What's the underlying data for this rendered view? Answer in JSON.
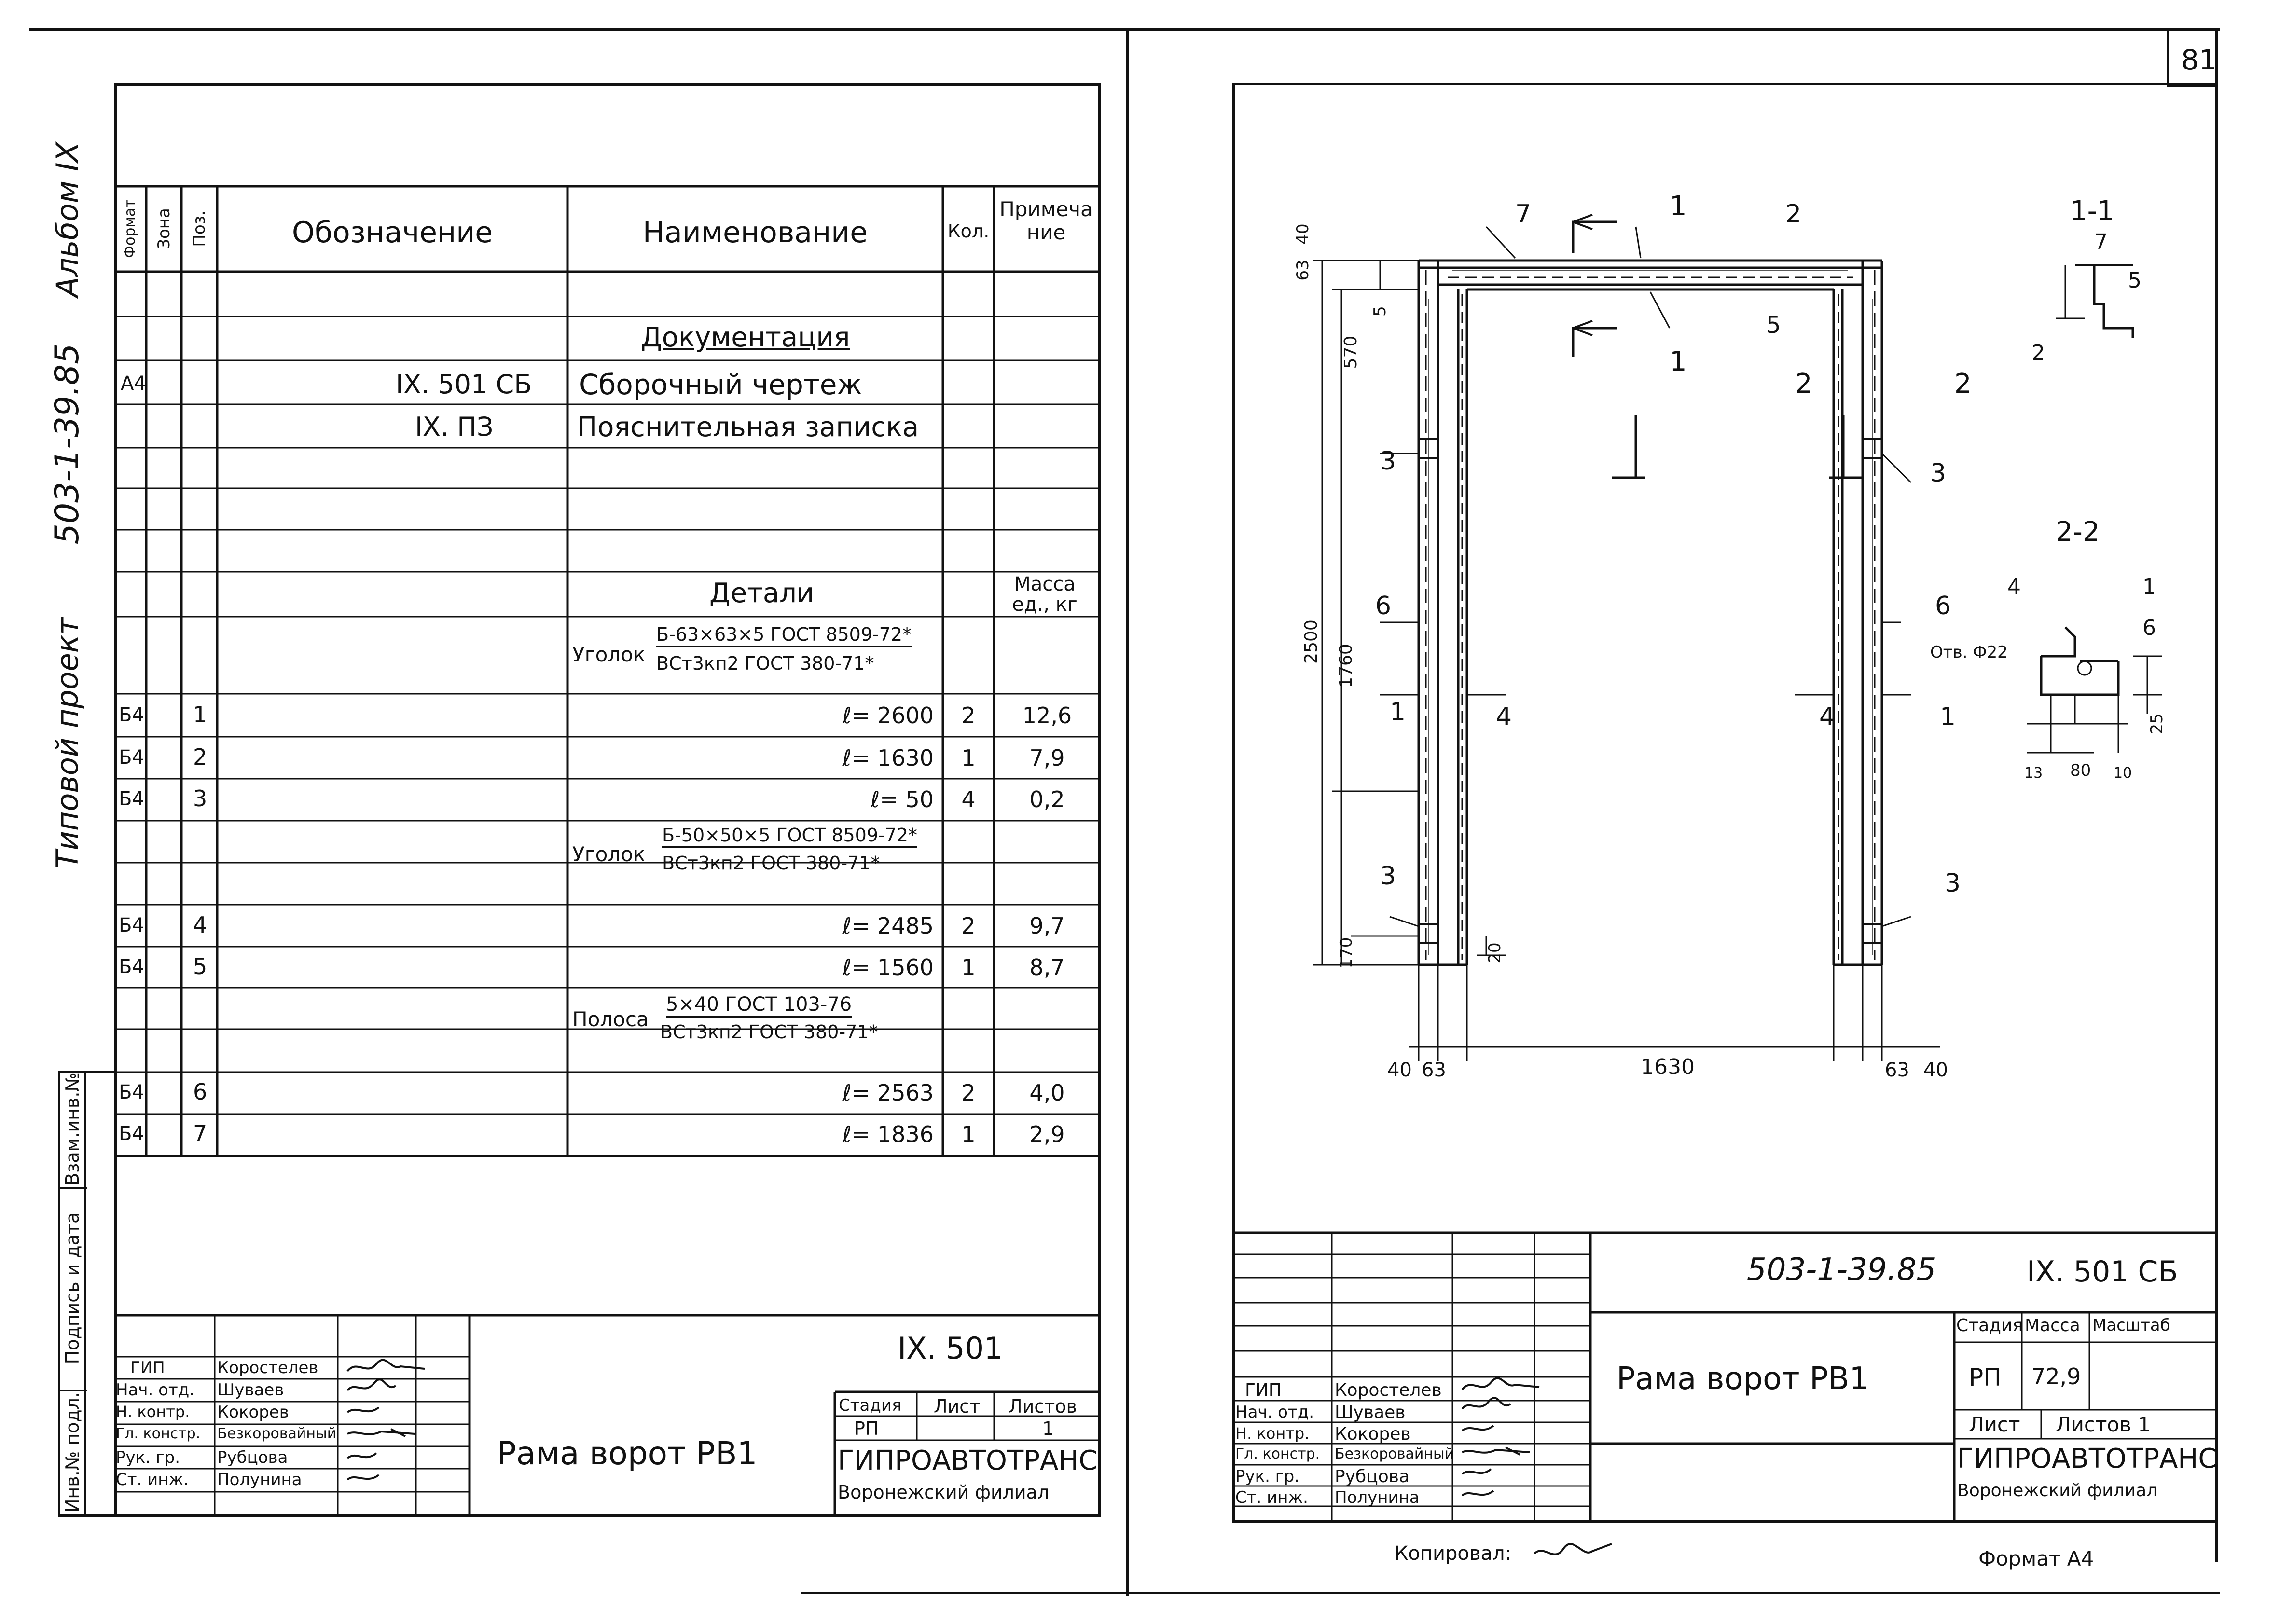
{
  "sheet_number": "81",
  "left": {
    "side": {
      "album": "Альбом IX",
      "code": "503-1-39.85",
      "project": "Типовой проект"
    },
    "stamp_side": [
      "Инв.№ подл.",
      "Подпись и дата",
      "Взам.инв.№"
    ],
    "headers": {
      "format": "Формат",
      "zone": "Зона",
      "pos": "Поз.",
      "designation": "Обозначение",
      "name": "Наименование",
      "qty": "Кол.",
      "note": "Примечание",
      "mass_unit": "Масса ед., кг"
    },
    "documentation": {
      "section": "Документация",
      "rows": [
        {
          "format": "А4",
          "designation": "IX. 501 СБ",
          "name": "Сборочный чертеж"
        },
        {
          "format": "",
          "designation": "IX. ПЗ",
          "name": "Пояснительная записка"
        }
      ]
    },
    "details": {
      "section": "Детали",
      "groups": [
        {
          "material": "Уголок",
          "top": "Б-63×63×5 ГОСТ 8509-72*",
          "bottom": "ВСт3кп2 ГОСТ 380-71*",
          "items": [
            {
              "format": "Б4",
              "pos": "1",
              "length": "ℓ= 2600",
              "qty": "2",
              "mass": "12,6"
            },
            {
              "format": "Б4",
              "pos": "2",
              "length": "ℓ= 1630",
              "qty": "1",
              "mass": "7,9"
            },
            {
              "format": "Б4",
              "pos": "3",
              "length": "ℓ= 50",
              "qty": "4",
              "mass": "0,2"
            }
          ]
        },
        {
          "material": "Уголок",
          "top": "Б-50×50×5 ГОСТ 8509-72*",
          "bottom": "ВСт3кп2 ГОСТ 380-71*",
          "items": [
            {
              "format": "Б4",
              "pos": "4",
              "length": "ℓ= 2485",
              "qty": "2",
              "mass": "9,7"
            },
            {
              "format": "Б4",
              "pos": "5",
              "length": "ℓ= 1560",
              "qty": "1",
              "mass": "8,7"
            }
          ]
        },
        {
          "material": "Полоса",
          "top": "5×40 ГОСТ 103-76",
          "bottom": "ВСт3кп2 ГОСТ 380-71*",
          "items": [
            {
              "format": "Б4",
              "pos": "6",
              "length": "ℓ= 2563",
              "qty": "2",
              "mass": "4,0"
            },
            {
              "format": "Б4",
              "pos": "7",
              "length": "ℓ= 1836",
              "qty": "1",
              "mass": "2,9"
            }
          ]
        }
      ]
    },
    "title_block": {
      "doc": "IX. 501",
      "title": "Рама ворот РВ1",
      "stage_label": "Стадия",
      "sheet_label": "Лист",
      "sheets_label": "Листов",
      "stage": "РП",
      "sheets": "1",
      "org": "ГИПРОАВТОТРАНС",
      "branch": "Воронежский филиал",
      "people": [
        {
          "role": "ГИП",
          "name": "Коростелев"
        },
        {
          "role": "Нач. отд.",
          "name": "Шуваев"
        },
        {
          "role": "Н. контр.",
          "name": "Кокорев"
        },
        {
          "role": "Гл. констр.",
          "name": "Безкоровайный"
        },
        {
          "role": "Рук. гр.",
          "name": "Рубцова"
        },
        {
          "role": "Ст. инж.",
          "name": "Полунина"
        }
      ]
    }
  },
  "right": {
    "drawing": {
      "labels": {
        "section_11": "1-1",
        "section_22": "2-2",
        "cut_1": "1",
        "cut_2": "2",
        "hole": "Отв. Ф22"
      },
      "dims": {
        "d63": "63",
        "d40": "40",
        "d5": "5",
        "d570": "570",
        "d2500": "2500",
        "d1760": "1760",
        "d170": "170",
        "d20": "20",
        "d1630": "1630",
        "d13": "13",
        "d80": "80",
        "d10": "10",
        "d25": "25"
      },
      "pos_labels": [
        "1",
        "2",
        "3",
        "4",
        "5",
        "6",
        "7"
      ]
    },
    "title_block": {
      "code": "503-1-39.85",
      "doc": "IX. 501 СБ",
      "title": "Рама ворот РВ1",
      "stage_label": "Стадия",
      "mass_label": "Масса",
      "scale_label": "Масштаб",
      "stage": "РП",
      "mass": "72,9",
      "sheet_label": "Лист",
      "sheets_label": "Листов 1",
      "org": "ГИПРОАВТОТРАНС",
      "branch": "Воронежский филиал",
      "people": [
        {
          "role": "ГИП",
          "name": "Коростелев"
        },
        {
          "role": "Нач. отд.",
          "name": "Шуваев"
        },
        {
          "role": "Н. контр.",
          "name": "Кокорев"
        },
        {
          "role": "Гл. констр.",
          "name": "Безкоровайный"
        },
        {
          "role": "Рук. гр.",
          "name": "Рубцова"
        },
        {
          "role": "Ст. инж.",
          "name": "Полунина"
        }
      ]
    },
    "copied": "Копировал:",
    "format": "Формат А4"
  }
}
